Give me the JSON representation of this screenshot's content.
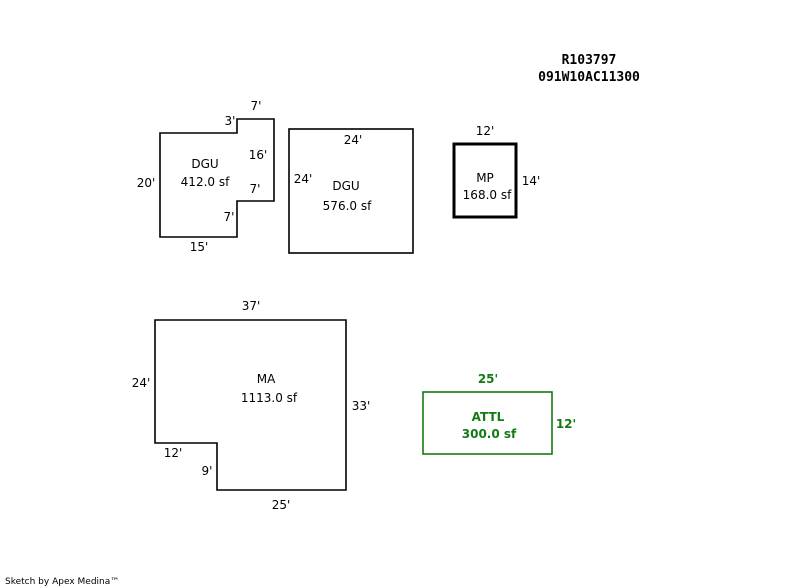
{
  "header": {
    "parcel_id": "R103797",
    "map_number": "091W10AC11300"
  },
  "areas": {
    "dgu_left": {
      "code": "DGU",
      "area": "412.0 sf",
      "dims": {
        "top_short": "3'",
        "top_long": "7'",
        "left": "20'",
        "right_upper": "16'",
        "notch_top": "7'",
        "notch_side": "7'",
        "bottom": "15'"
      }
    },
    "dgu_right": {
      "code": "DGU",
      "area": "576.0 sf",
      "dims": {
        "top": "24'",
        "left": "24'"
      }
    },
    "mp": {
      "code": "MP",
      "area": "168.0 sf",
      "dims": {
        "top": "12'",
        "right": "14'"
      }
    },
    "ma": {
      "code": "MA",
      "area": "1113.0 sf",
      "dims": {
        "top": "37'",
        "left": "24'",
        "right": "33'",
        "notch_top": "12'",
        "notch_side": "9'",
        "bottom": "25'"
      }
    },
    "attl": {
      "code": "ATTL",
      "area": "300.0 sf",
      "dims": {
        "top": "25'",
        "right": "12'"
      }
    }
  },
  "footer": {
    "credit": "Sketch by Apex Medina™"
  },
  "colors": {
    "outline": "#000000",
    "attached_outline": "#157a15"
  }
}
